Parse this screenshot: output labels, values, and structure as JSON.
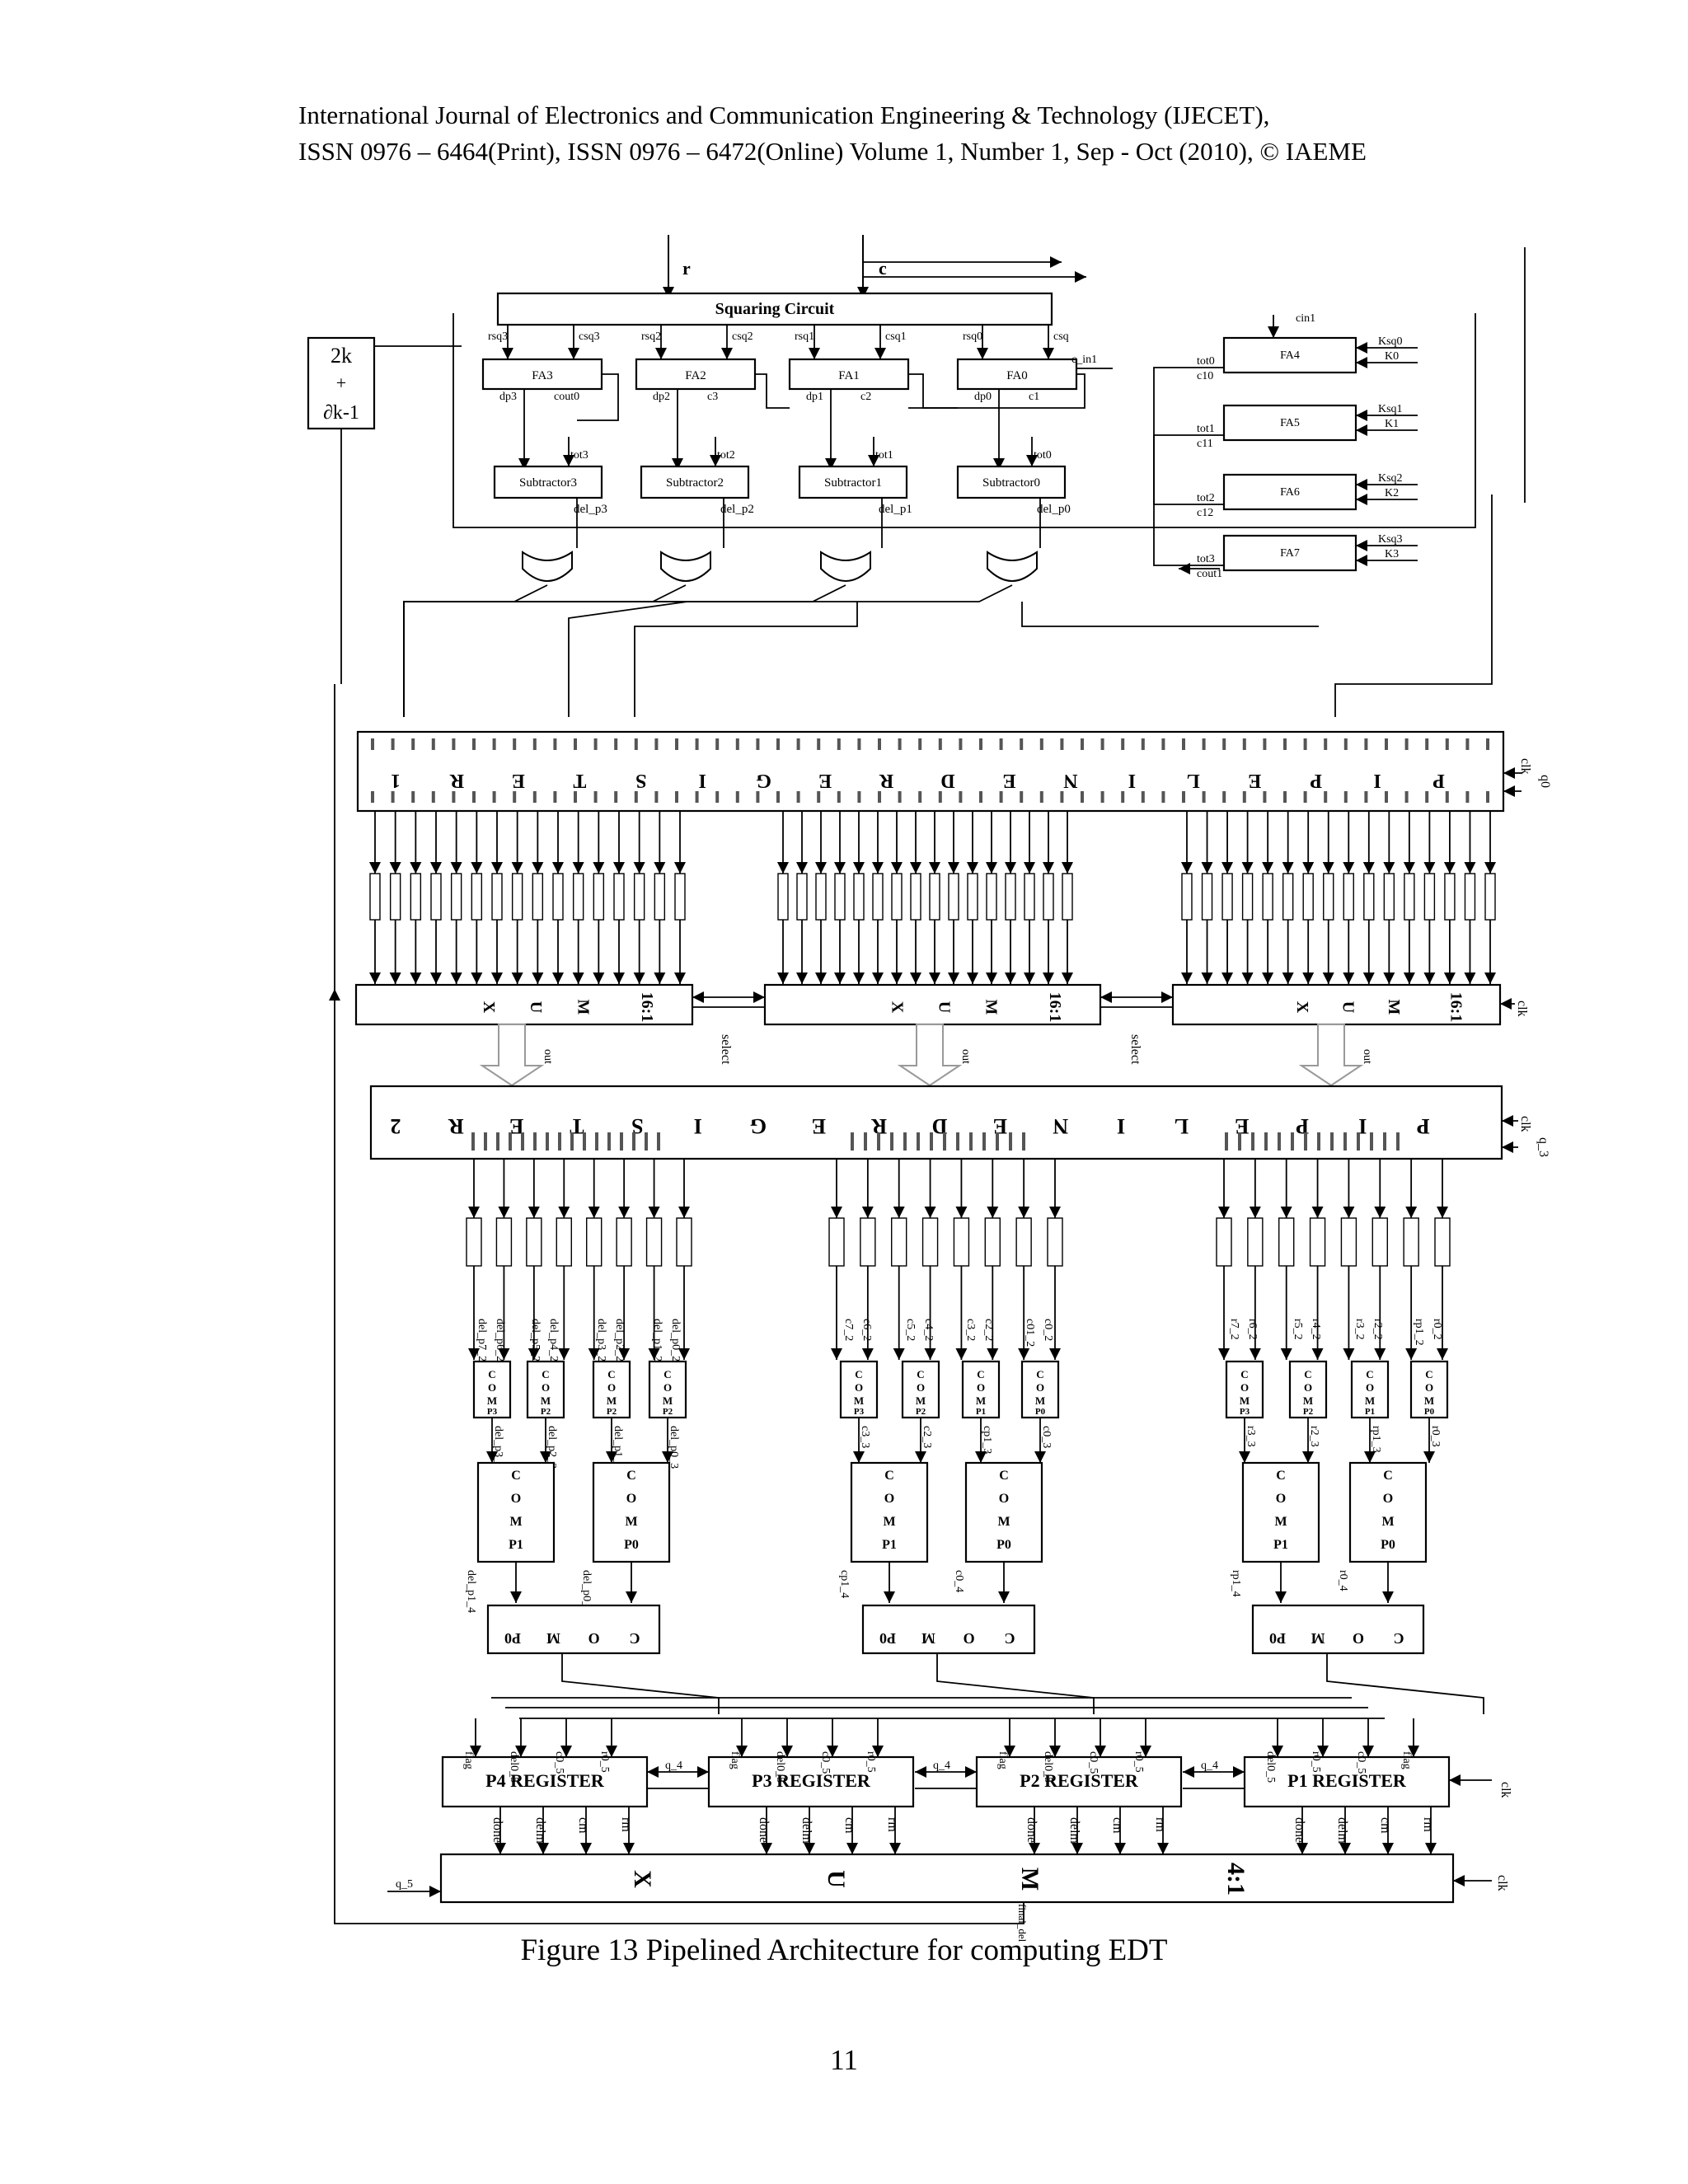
{
  "header": {
    "line1": "International Journal of Electronics and Communication Engineering & Technology (IJECET),",
    "line2": "ISSN 0976 – 6464(Print), ISSN 0976 – 6472(Online) Volume 1, Number 1, Sep - Oct (2010), © IAEME"
  },
  "figure": {
    "caption": "Figure 13 Pipelined Architecture for computing EDT",
    "inputs": {
      "r": "r",
      "c": "c"
    },
    "squaring_circuit": "Squaring Circuit",
    "k_block": {
      "line1": "2k",
      "line2": "+",
      "line3": "∂k-1"
    },
    "full_adders_top": [
      {
        "label": "FA3",
        "in_a": "rsq3",
        "in_b": "csq3",
        "out": "dp3",
        "carry": "cout0"
      },
      {
        "label": "FA2",
        "in_a": "rsq2",
        "in_b": "csq2",
        "out": "dp2",
        "carry": "c3"
      },
      {
        "label": "FA1",
        "in_a": "rsq1",
        "in_b": "csq1",
        "out": "dp1",
        "carry": "c2"
      },
      {
        "label": "FA0",
        "in_a": "rsq0",
        "in_b": "csq",
        "out": "dp0",
        "carry": "c1"
      }
    ],
    "c_in1": "c_in1",
    "cin1": "cin1",
    "full_adders_right": [
      {
        "label": "FA4",
        "in_a": "Ksq0",
        "in_b": "K0",
        "tot": "tot0",
        "carry": "c10"
      },
      {
        "label": "FA5",
        "in_a": "Ksq1",
        "in_b": "K1",
        "tot": "tot1",
        "carry": "c11"
      },
      {
        "label": "FA6",
        "in_a": "Ksq2",
        "in_b": "K2",
        "tot": "tot2",
        "carry": "c12"
      },
      {
        "label": "FA7",
        "in_a": "Ksq3",
        "in_b": "K3",
        "tot": "tot3",
        "carry": "cout1"
      }
    ],
    "subtractors": [
      {
        "label": "Subtractor3",
        "tot": "tot3",
        "out": "del_p3"
      },
      {
        "label": "Subtractor2",
        "tot": "tot2",
        "out": "del_p2"
      },
      {
        "label": "Subtractor1",
        "tot": "tot1",
        "out": "del_p1"
      },
      {
        "label": "Subtractor0",
        "tot": "tot0",
        "out": "del_p0"
      }
    ],
    "pipeline_register_1": [
      "P",
      "I",
      "P",
      "E",
      "L",
      "I",
      "N",
      "E",
      "D",
      "R",
      "E",
      "G",
      "I",
      "S",
      "T",
      "E",
      "R",
      "1"
    ],
    "pipeline_register_2": [
      "P",
      "I",
      "P",
      "E",
      "L",
      "I",
      "N",
      "E",
      "D",
      "R",
      "E",
      "G",
      "I",
      "S",
      "T",
      "E",
      "R",
      "2"
    ],
    "clk": "clk",
    "q0": "q0",
    "q3": "q_3",
    "q4": "q_4",
    "q5": "q_5",
    "select": "select",
    "mux16": "16:1",
    "mux_letters": [
      "M",
      "U",
      "X"
    ],
    "mux_out": "out",
    "comp_small": [
      {
        "label": "COMP3",
        "inputs": [
          "del_p7_2",
          "del_p6_2"
        ],
        "out": "del_p3_3"
      },
      {
        "label": "COMP2",
        "inputs": [
          "del_p5_2",
          "del_p4_2"
        ],
        "out": "del_p2_3"
      },
      {
        "label": "COMP2",
        "inputs": [
          "del_p3_2",
          "del_p2_2"
        ],
        "out": "del_p1_3"
      },
      {
        "label": "COMP2",
        "inputs": [
          "del_p1_2",
          "del_p0_2"
        ],
        "out": "del_p0_3"
      },
      {
        "label": "COMP3",
        "inputs": [
          "c7_2",
          "c6_2"
        ],
        "out": "c3_3"
      },
      {
        "label": "COMP2",
        "inputs": [
          "c5_2",
          "c4_2"
        ],
        "out": "c2_3"
      },
      {
        "label": "COMP1",
        "inputs": [
          "c3_2",
          "c2_2"
        ],
        "out": "cp1_3"
      },
      {
        "label": "COMP0",
        "inputs": [
          "c01_2",
          "c0_2"
        ],
        "out": "c0_3"
      },
      {
        "label": "COMP3",
        "inputs": [
          "r7_2",
          "r6_2"
        ],
        "out": "r3_3"
      },
      {
        "label": "COMP2",
        "inputs": [
          "r5_2",
          "r4_2"
        ],
        "out": "r2_3"
      },
      {
        "label": "COMP1",
        "inputs": [
          "r3_2",
          "r2_2"
        ],
        "out": "rp1_3"
      },
      {
        "label": "COMP0",
        "inputs": [
          "rp1_2",
          "r0_2"
        ],
        "out": "r0_3"
      }
    ],
    "comp_mid": [
      {
        "label": "COMP1",
        "out": "del_p1_4"
      },
      {
        "label": "COMP0",
        "out": "del_p0_4"
      },
      {
        "label": "COMP1",
        "out": "cp1_4"
      },
      {
        "label": "COMP0",
        "out": "c0_4"
      },
      {
        "label": "COMP1",
        "out": "rp1_4"
      },
      {
        "label": "COMP0",
        "out": "r0_4"
      }
    ],
    "comp0_letters": [
      "C",
      "O",
      "M",
      "P0"
    ],
    "registers": [
      {
        "label": "P4 REGISTER",
        "inputs": [
          "flag",
          "del0_5",
          "c0_5",
          "r0_5"
        ]
      },
      {
        "label": "P3 REGISTER",
        "inputs": [
          "flag",
          "del0_5",
          "c0_5",
          "r0_5"
        ]
      },
      {
        "label": "P2 REGISTER",
        "inputs": [
          "flag",
          "del0_5",
          "c0_5",
          "r0_5"
        ]
      },
      {
        "label": "P1 REGISTER",
        "inputs": [
          "del0_5",
          "r0_5",
          "c0_5",
          "flag"
        ]
      }
    ],
    "reg_outputs": [
      "done",
      "delm",
      "cm",
      "rm"
    ],
    "mux4": {
      "label": "4:1",
      "letters": [
        "M",
        "U",
        "X"
      ],
      "out": "final_del"
    }
  },
  "page_number": "11"
}
